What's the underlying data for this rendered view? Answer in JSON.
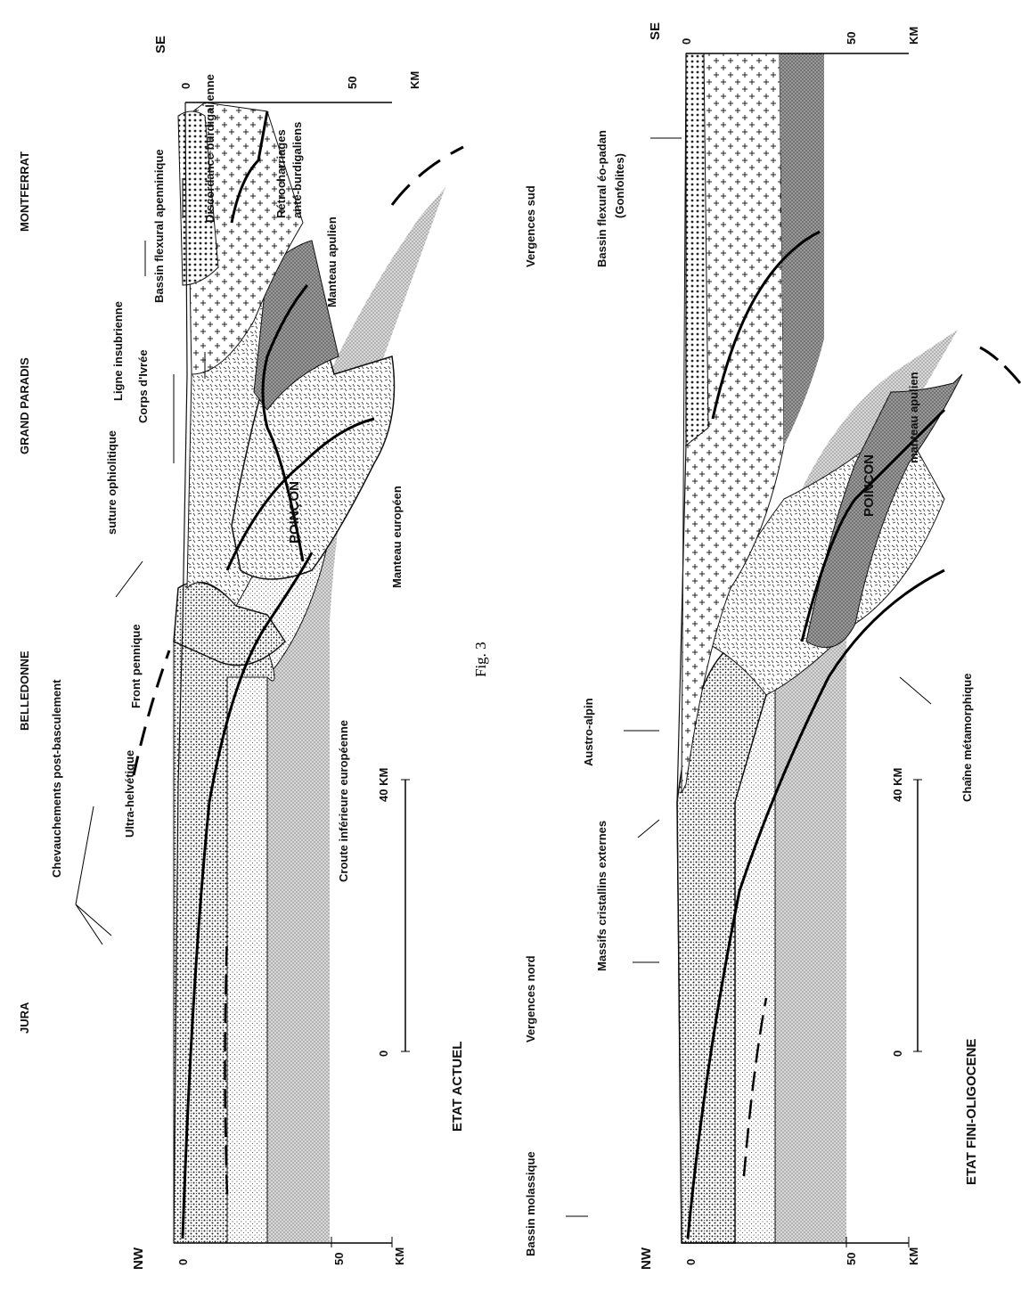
{
  "figure_label": "Fig. 3",
  "top": {
    "state": "ETAT ACTUEL",
    "regions": [
      "JURA",
      "BELLEDONNE",
      "GRAND PARADIS",
      "MONTFERRAT"
    ],
    "orientation_left": "NW",
    "orientation_right": "SE",
    "depth_axis": {
      "zero": "0",
      "mid": "50",
      "unit": "KM"
    },
    "scale_bar": {
      "start": "0",
      "end": "40 KM"
    },
    "labels": {
      "chevauchements": "Chevauchements post-basculement",
      "ultra_helvetique": "Ultra-helvétique",
      "front_pennique": "Front pennique",
      "suture": "suture ophiolitique",
      "poincon": "POINÇON",
      "corps_ivree": "Corps d'Ivrée",
      "ligne_insubrienne": "Ligne insubrienne",
      "bassin_flexural": "Bassin flexural apenninique",
      "discordance": "Discordance burdigalienne",
      "retrocharriages_1": "Rétrocharriages",
      "retrocharriages_2": "anté-burdigaliens",
      "manteau_apulien": "Manteau apulien",
      "manteau_europeen": "Manteau européen",
      "croute_inferieure": "Croute inférieure européenne"
    }
  },
  "bottom": {
    "state": "ETAT FINI-OLIGOCENE",
    "orientation_left": "NW",
    "orientation_right": "SE",
    "depth_axis": {
      "zero": "0",
      "mid": "50",
      "unit": "KM"
    },
    "scale_bar": {
      "start": "0",
      "end": "40 KM"
    },
    "labels": {
      "bassin_molassique": "Bassin molassique",
      "vergences_nord": "Vergences nord",
      "massifs": "Massifs cristallins externes",
      "austro_alpin": "Austro-alpin",
      "chaine": "Chaîne métamorphique",
      "poincon": "POINÇON",
      "manteau_apulien": "manteau apulien",
      "vergences_sud": "Vergences sud",
      "bassin_flexural_1": "Bassin flexural éo-padan",
      "bassin_flexural_2": "(Gonfolites)"
    }
  }
}
